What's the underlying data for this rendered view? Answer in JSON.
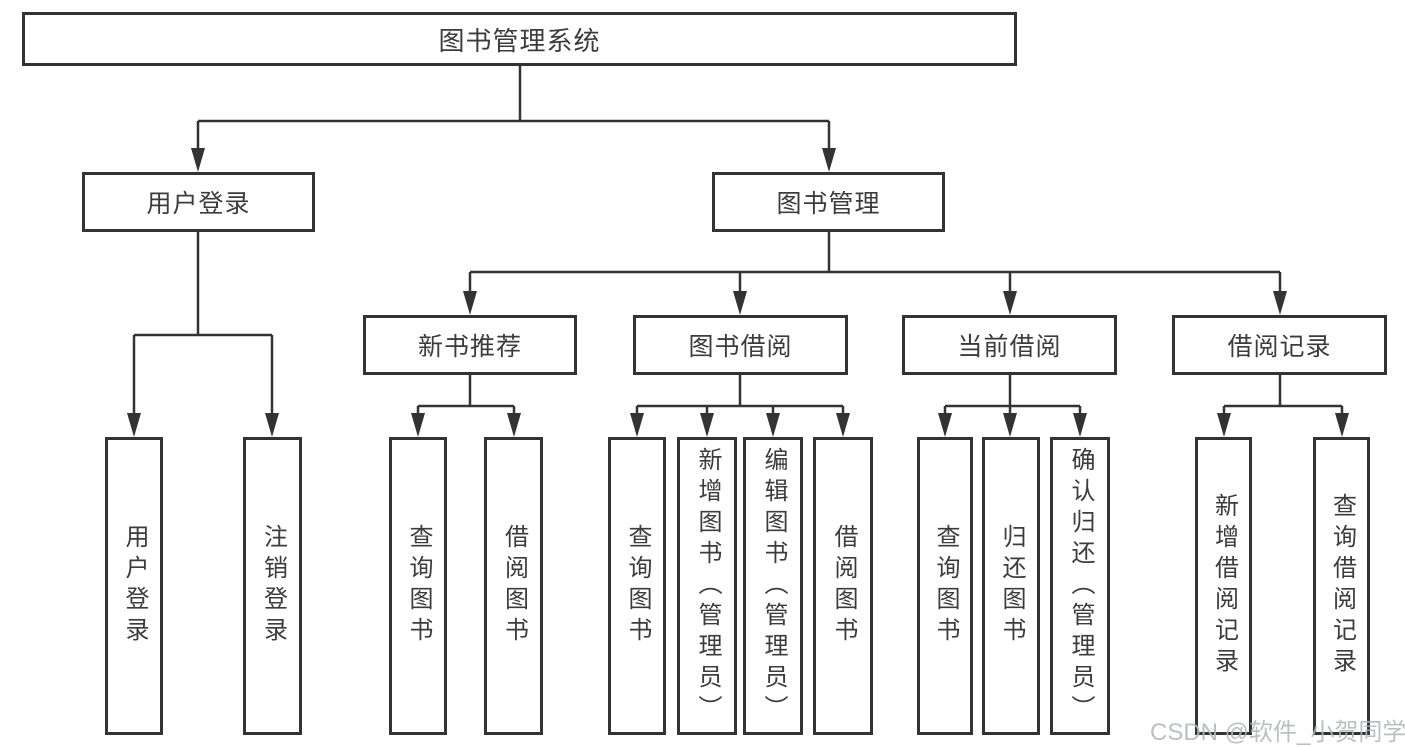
{
  "tree": {
    "label": "图书管理系统",
    "children": [
      {
        "label": "用户登录",
        "children": [
          {
            "label": "用户登录"
          },
          {
            "label": "注销登录"
          }
        ]
      },
      {
        "label": "图书管理",
        "children": [
          {
            "label": "新书推荐",
            "children": [
              {
                "label": "查询图书"
              },
              {
                "label": "借阅图书"
              }
            ]
          },
          {
            "label": "图书借阅",
            "children": [
              {
                "label": "查询图书"
              },
              {
                "label": "新增图书（管理员）"
              },
              {
                "label": "编辑图书（管理员）"
              },
              {
                "label": "借阅图书"
              }
            ]
          },
          {
            "label": "当前借阅",
            "children": [
              {
                "label": "查询图书"
              },
              {
                "label": "归还图书"
              },
              {
                "label": "确认归还（管理员）"
              }
            ]
          },
          {
            "label": "借阅记录",
            "children": [
              {
                "label": "新增借阅记录"
              },
              {
                "label": "查询借阅记录"
              }
            ]
          }
        ]
      }
    ]
  },
  "watermark": {
    "text": "CSDN @软件_小贺同学"
  },
  "colors": {
    "line": "#333333",
    "box_border": "#333333",
    "text": "#3c3c3c",
    "background": "#ffffff",
    "watermark": "#b3b7ba"
  }
}
